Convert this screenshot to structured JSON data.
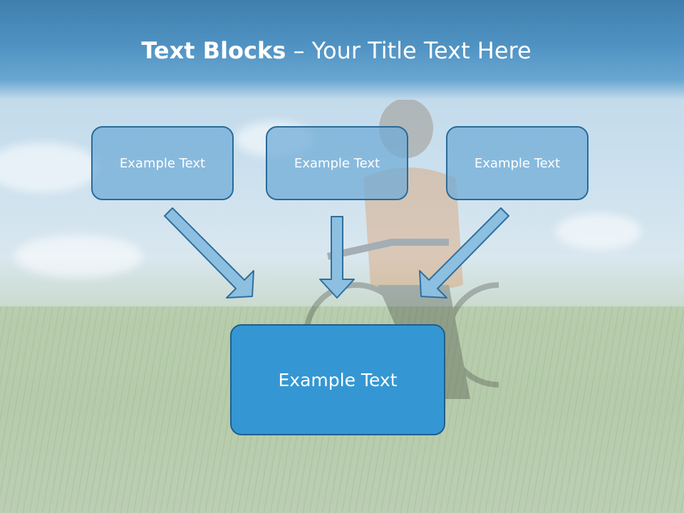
{
  "title": {
    "bold": "Text Blocks",
    "dash": " – ",
    "rest": "Your Title Text Here"
  },
  "blocks": [
    {
      "label": "Example Text"
    },
    {
      "label": "Example Text"
    },
    {
      "label": "Example Text"
    }
  ],
  "main_block": {
    "label": "Example Text"
  },
  "colors": {
    "header": "#4f92c2",
    "small_box": "#6eaad7",
    "main_box": "#3497d3",
    "border": "#2a6a98",
    "arrow": "#8cbfe0"
  }
}
